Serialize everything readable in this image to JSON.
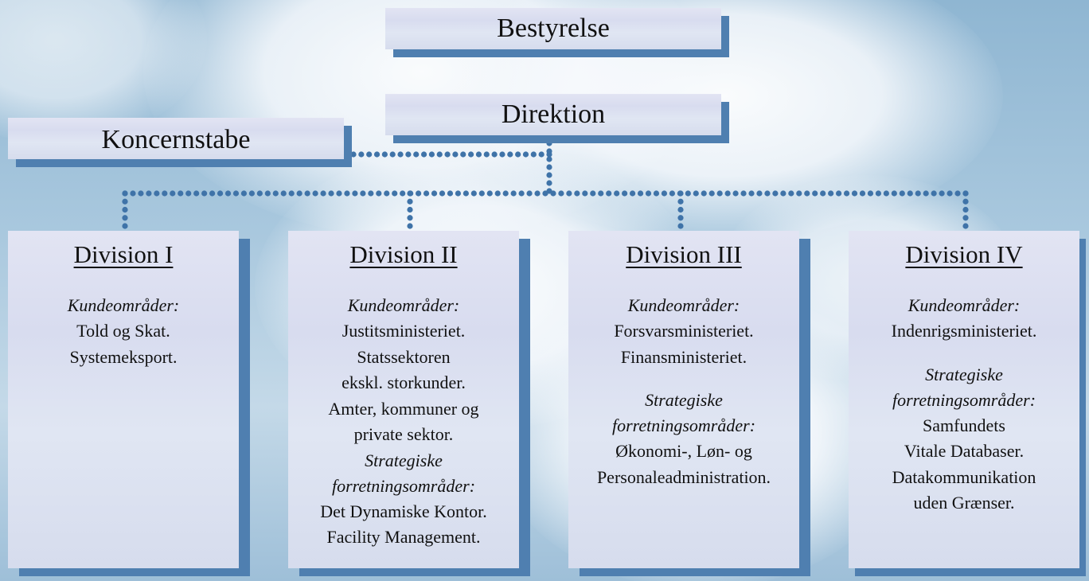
{
  "top": {
    "board": "Bestyrelse",
    "direction": "Direktion",
    "staff": "Koncernstabe"
  },
  "divisions": [
    {
      "title": "Division I",
      "customer_label": "Kundeområder:",
      "customers": [
        "Told og Skat.",
        "Systemeksport."
      ],
      "strategic_label": "",
      "strategic": []
    },
    {
      "title": "Division II",
      "customer_label": "Kundeområder:",
      "customers": [
        "Justitsministeriet.",
        "Statssektoren",
        "ekskl. storkunder.",
        "Amter, kommuner og",
        "private sektor."
      ],
      "strategic_label_1": "Strategiske",
      "strategic_label_2": "forretningsområder:",
      "strategic": [
        "Det Dynamiske Kontor.",
        "Facility Management."
      ]
    },
    {
      "title": "Division III",
      "customer_label": "Kundeområder:",
      "customers": [
        "Forsvarsministeriet.",
        "Finansministeriet."
      ],
      "strategic_label_1": "Strategiske",
      "strategic_label_2": "forretningsområder:",
      "strategic": [
        "Økonomi-, Løn- og",
        "Personaleadministration."
      ]
    },
    {
      "title": "Division IV",
      "customer_label": "Kundeområder:",
      "customers": [
        "Indenrigsministeriet."
      ],
      "strategic_label_1": "Strategiske",
      "strategic_label_2": "forretningsområder:",
      "strategic": [
        "Samfundets",
        "Vitale Databaser.",
        "Datakommunikation",
        "uden Grænser."
      ]
    }
  ],
  "colors": {
    "box_fill": "#dde1f1",
    "box_shadow": "#4f7fb0",
    "connector": "#3f73a8"
  }
}
